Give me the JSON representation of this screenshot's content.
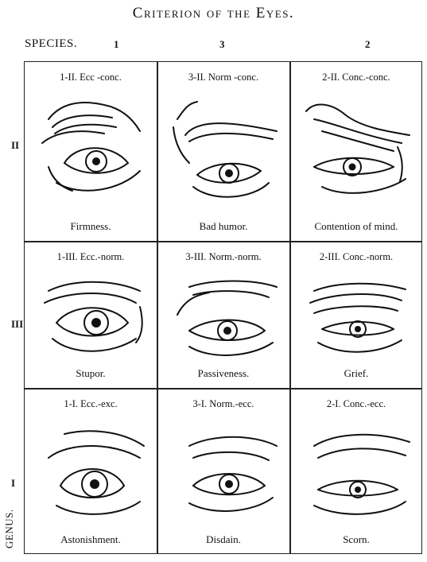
{
  "title": "Criterion of the Eyes.",
  "species_label": "SPECIES.",
  "genus_label": "GENUS.",
  "columns": [
    "1",
    "3",
    "2"
  ],
  "rows": [
    "II",
    "III",
    "I"
  ],
  "cells": [
    {
      "code": "1-II.  Ecc -conc.",
      "caption": "Firmness.",
      "icon": "eye-wide-furrowed-icon"
    },
    {
      "code": "3-II.  Norm -conc.",
      "caption": "Bad humor.",
      "icon": "eye-heavy-brow-icon"
    },
    {
      "code": "2-II.  Conc.-conc.",
      "caption": "Contention of mind.",
      "icon": "eye-narrowed-icon"
    },
    {
      "code": "1-III.  Ecc.-norm.",
      "caption": "Stupor.",
      "icon": "eye-staring-icon"
    },
    {
      "code": "3-III.  Norm.-norm.",
      "caption": "Passiveness.",
      "icon": "eye-neutral-icon"
    },
    {
      "code": "2-III.  Conc.-norm.",
      "caption": "Grief.",
      "icon": "eye-lowered-icon"
    },
    {
      "code": "1-I.  Ecc.-exc.",
      "caption": "Astonishment.",
      "icon": "eye-wide-open-icon"
    },
    {
      "code": "3-I.  Norm.-ecc.",
      "caption": "Disdain.",
      "icon": "eye-raised-brow-icon"
    },
    {
      "code": "2-I.  Conc.-ecc.",
      "caption": "Scorn.",
      "icon": "eye-squinting-icon"
    }
  ]
}
